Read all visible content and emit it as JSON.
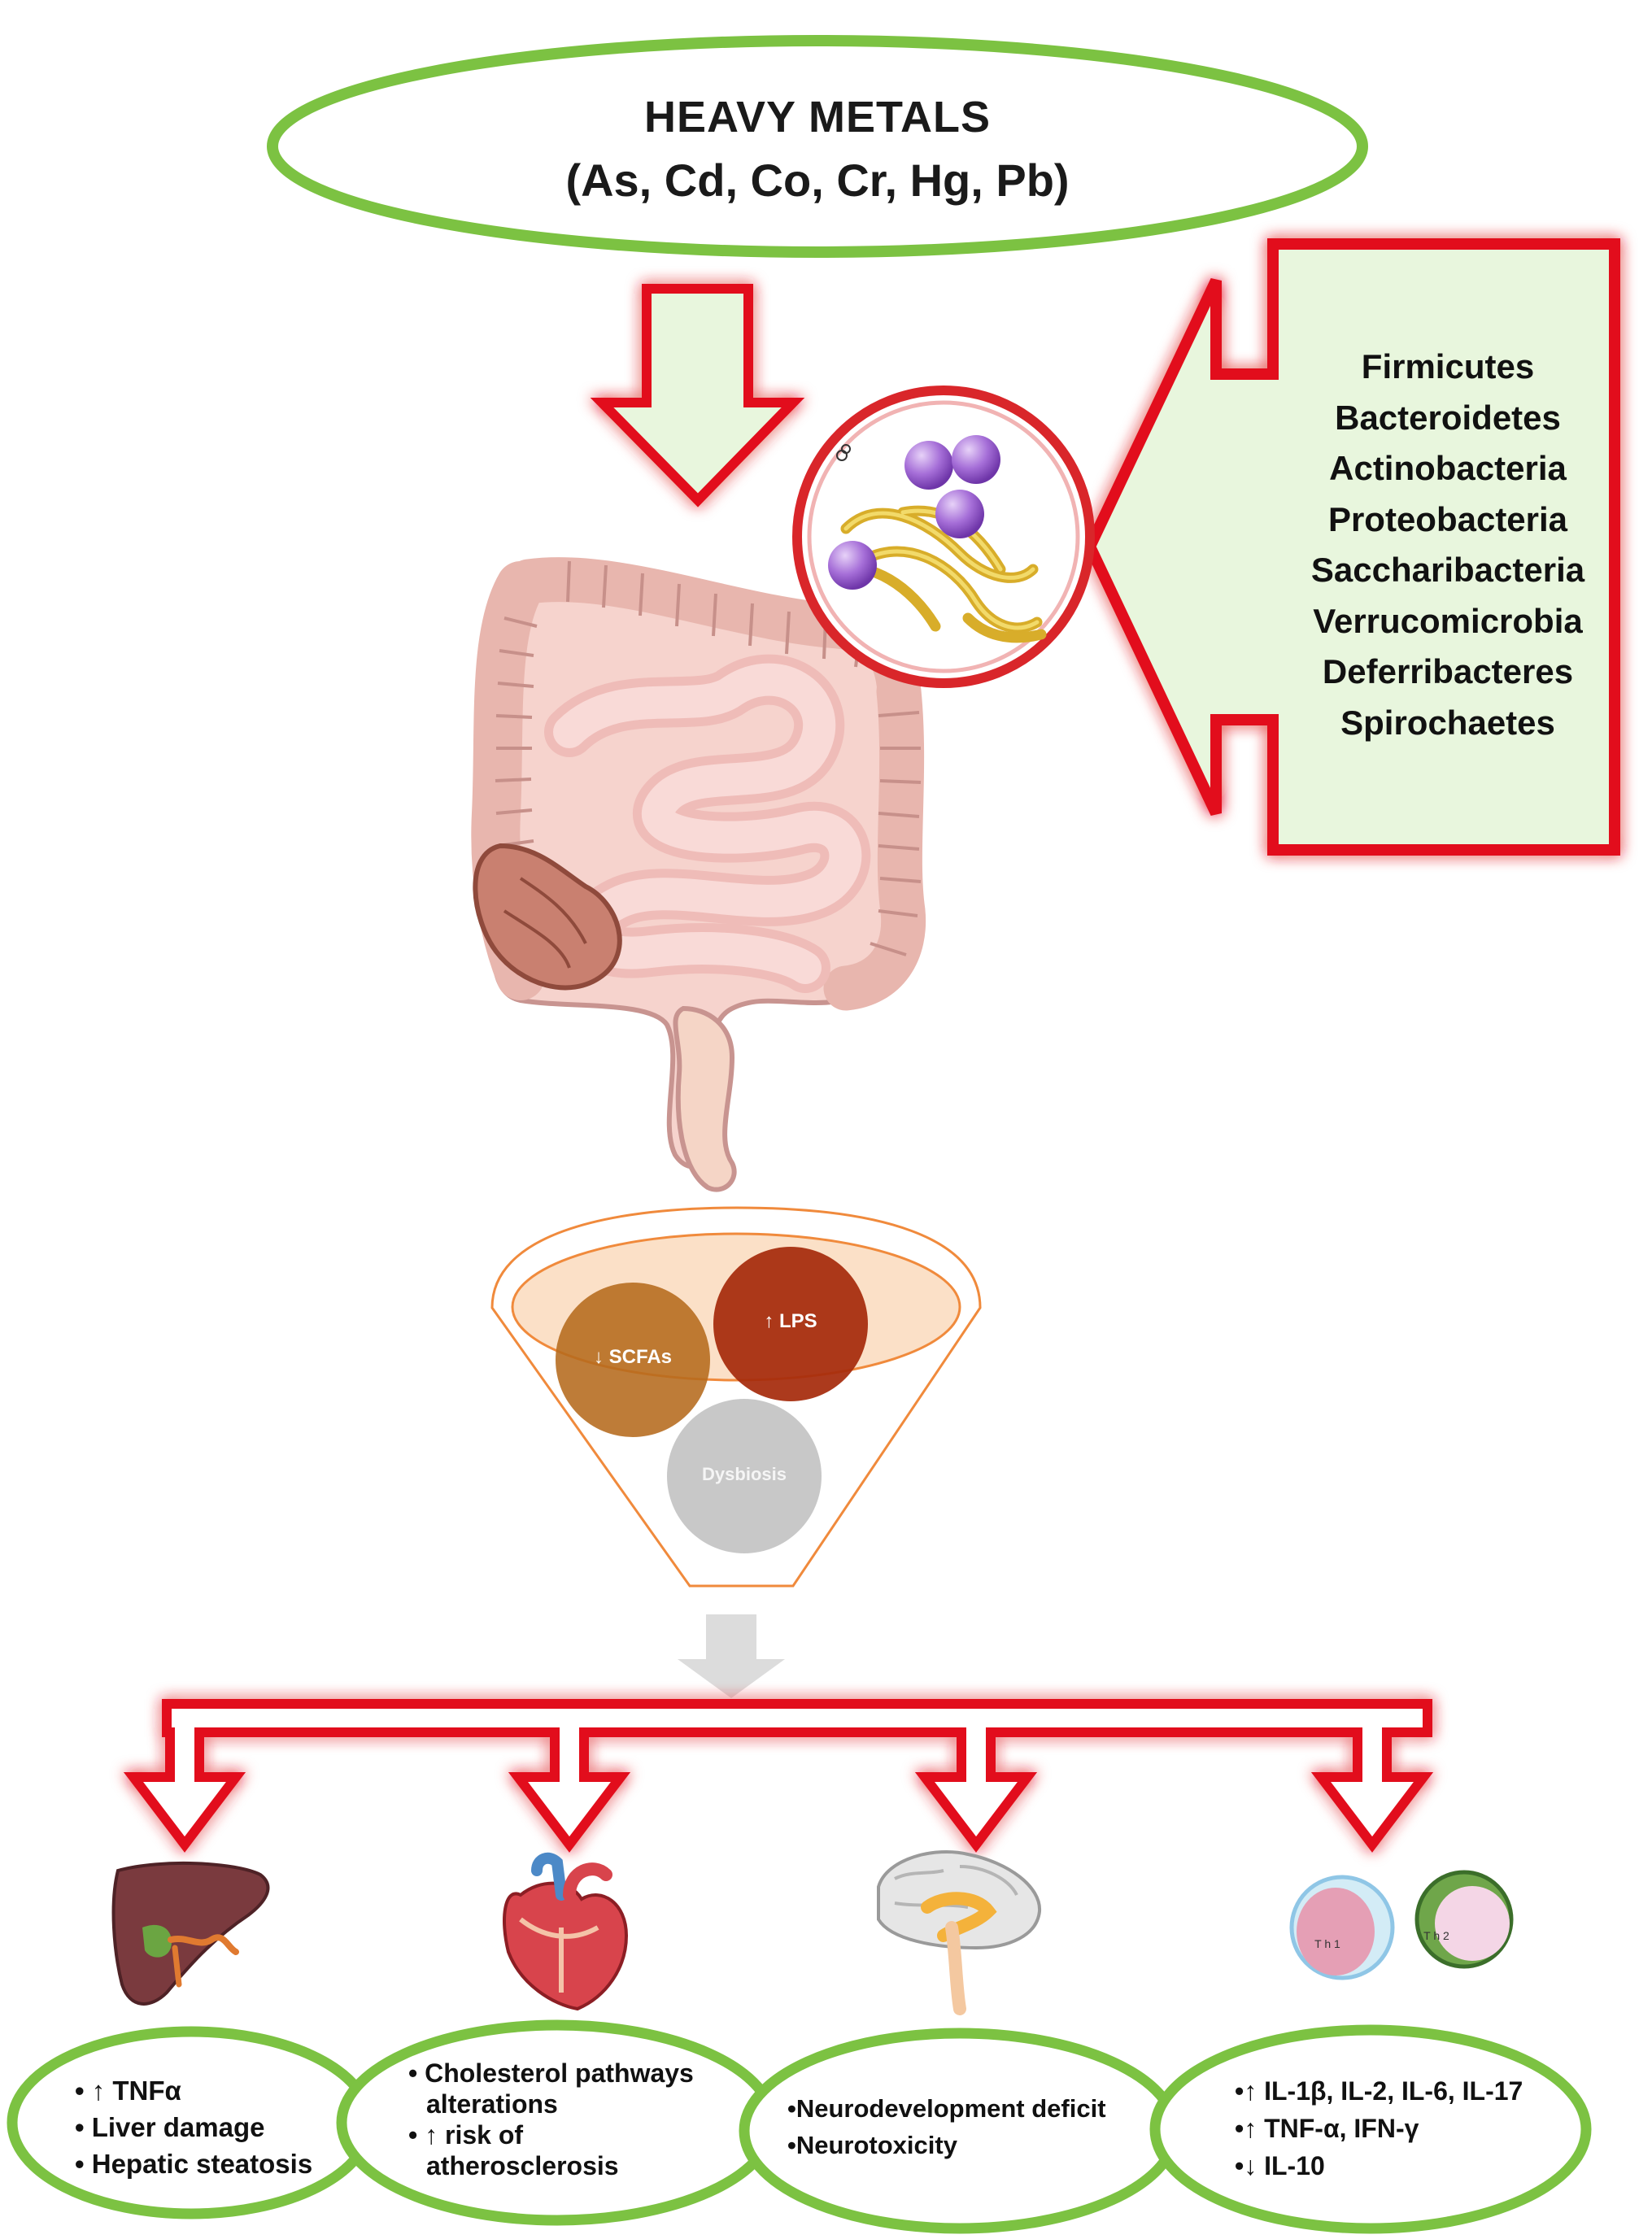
{
  "title": {
    "line1": "HEAVY METALS",
    "line2": "(As, Cd, Co, Cr, Hg, Pb)"
  },
  "phyla": [
    "Firmicutes",
    "Bacteroidetes",
    "Actinobacteria",
    "Proteobacteria",
    "Saccharibacteria",
    "Verrucomicrobia",
    "Deferribacteres",
    "Spirochaetes"
  ],
  "funnel": {
    "scfa": "↓ SCFAs",
    "lps": "↑ LPS",
    "dysbiosis": "Dysbiosis"
  },
  "cell_labels": {
    "th1": "T h 1",
    "th2": "T h 2"
  },
  "outcomes": {
    "liver": [
      "↑ TNFα",
      "Liver damage",
      "Hepatic steatosis"
    ],
    "heart": [
      "Cholesterol pathways",
      "alterations",
      "↑ risk of",
      "atherosclerosis"
    ],
    "brain": [
      "Neurodevelopment deficit",
      "Neurotoxicity"
    ],
    "immune": [
      "↑ IL-1β, IL-2, IL-6, IL-17",
      "↑ TNF-α, IFN-γ",
      "↓ IL-10"
    ]
  },
  "colors": {
    "green_outline": "#7cc242",
    "red_arrow": "#e2111b",
    "panel_fill": "#e8f6dd",
    "scfa": "#b56a1c",
    "lps": "#a62b0c",
    "dysbiosis": "#c4c4c4"
  }
}
